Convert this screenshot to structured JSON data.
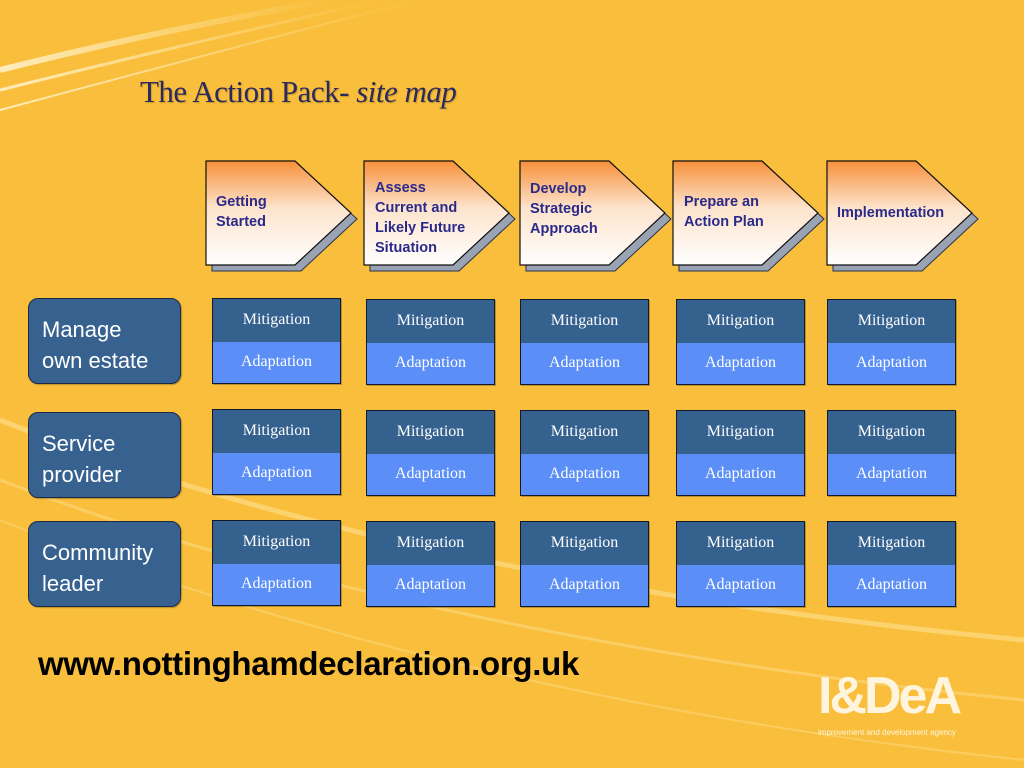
{
  "slide": {
    "title_main": "The Action Pack- ",
    "title_em": "site map",
    "url": "www.nottinghamdeclaration.org.uk"
  },
  "stages": [
    {
      "lines": [
        "Getting",
        "Started"
      ]
    },
    {
      "lines": [
        "Assess",
        "Current and",
        "Likely Future",
        "Situation"
      ]
    },
    {
      "lines": [
        "Develop",
        "Strategic",
        "Approach"
      ]
    },
    {
      "lines": [
        "Prepare an",
        "Action Plan"
      ]
    },
    {
      "lines": [
        "Implementation"
      ]
    }
  ],
  "roles": [
    {
      "lines": [
        "Manage",
        "own estate"
      ]
    },
    {
      "lines": [
        "Service",
        "provider"
      ]
    },
    {
      "lines": [
        "Community",
        "leader"
      ]
    }
  ],
  "cell": {
    "top": "Mitigation",
    "bottom": "Adaptation"
  },
  "logo": {
    "mark": "I&DeA",
    "tagline": "improvement and development agency"
  },
  "colors": {
    "background": "#f9bf3c",
    "role_box": "#37628f",
    "mitigation": "#35618f",
    "adaptation": "#5b8ff7",
    "stage_text": "#2a2a8a"
  }
}
